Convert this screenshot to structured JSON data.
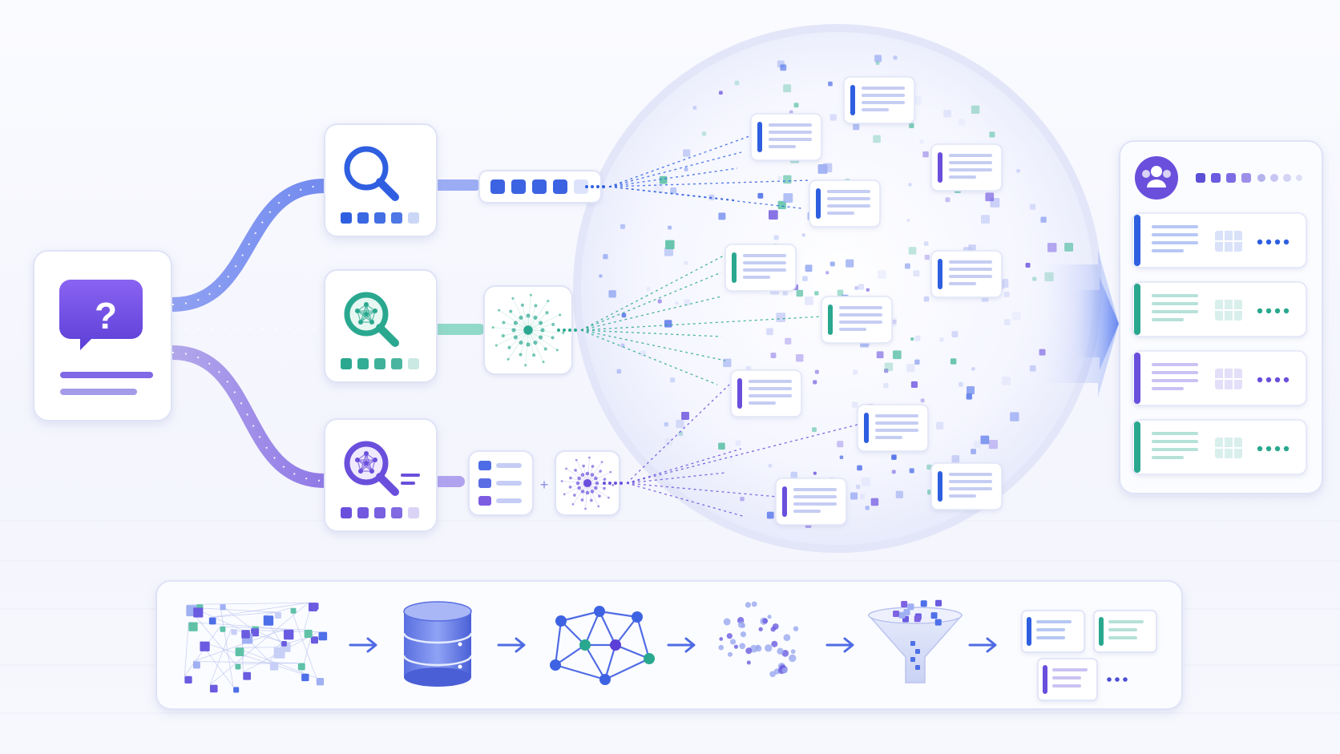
{
  "diagram": {
    "query_card": {
      "icon": "question-bubble-icon",
      "glyph": "?"
    },
    "retrievers": [
      {
        "name": "keyword-search",
        "icon": "magnifier-icon",
        "accent": "#2f5fe0",
        "tokens": 5
      },
      {
        "name": "graph-search",
        "icon": "graph-magnifier-icon",
        "accent": "#2aa88f",
        "tokens": 5
      },
      {
        "name": "hybrid-search",
        "icon": "graph-magnifier-list-icon",
        "accent": "#6a4fdc",
        "tokens": 5
      }
    ],
    "connector_plus": "+",
    "result_panel": {
      "icon": "user-group-icon",
      "rows": [
        {
          "accent": "#2f5fe0"
        },
        {
          "accent": "#2aa88f"
        },
        {
          "accent": "#6a4fdc"
        },
        {
          "accent": "#2aa88f"
        }
      ]
    },
    "pipeline_steps": [
      {
        "name": "raw-data-cluster",
        "icon": "cube-cluster-icon"
      },
      {
        "name": "database",
        "icon": "database-icon"
      },
      {
        "name": "knowledge-graph",
        "icon": "graph-network-icon"
      },
      {
        "name": "embeddings",
        "icon": "dot-cloud-icon"
      },
      {
        "name": "filter",
        "icon": "funnel-icon"
      },
      {
        "name": "ranked-documents",
        "icon": "document-stack-icon"
      }
    ],
    "colors": {
      "blue": "#2f5fe0",
      "teal": "#2aa88f",
      "purple": "#6a4fdc",
      "card_border": "#dfe3f6",
      "background": "#f6f7fd"
    }
  }
}
